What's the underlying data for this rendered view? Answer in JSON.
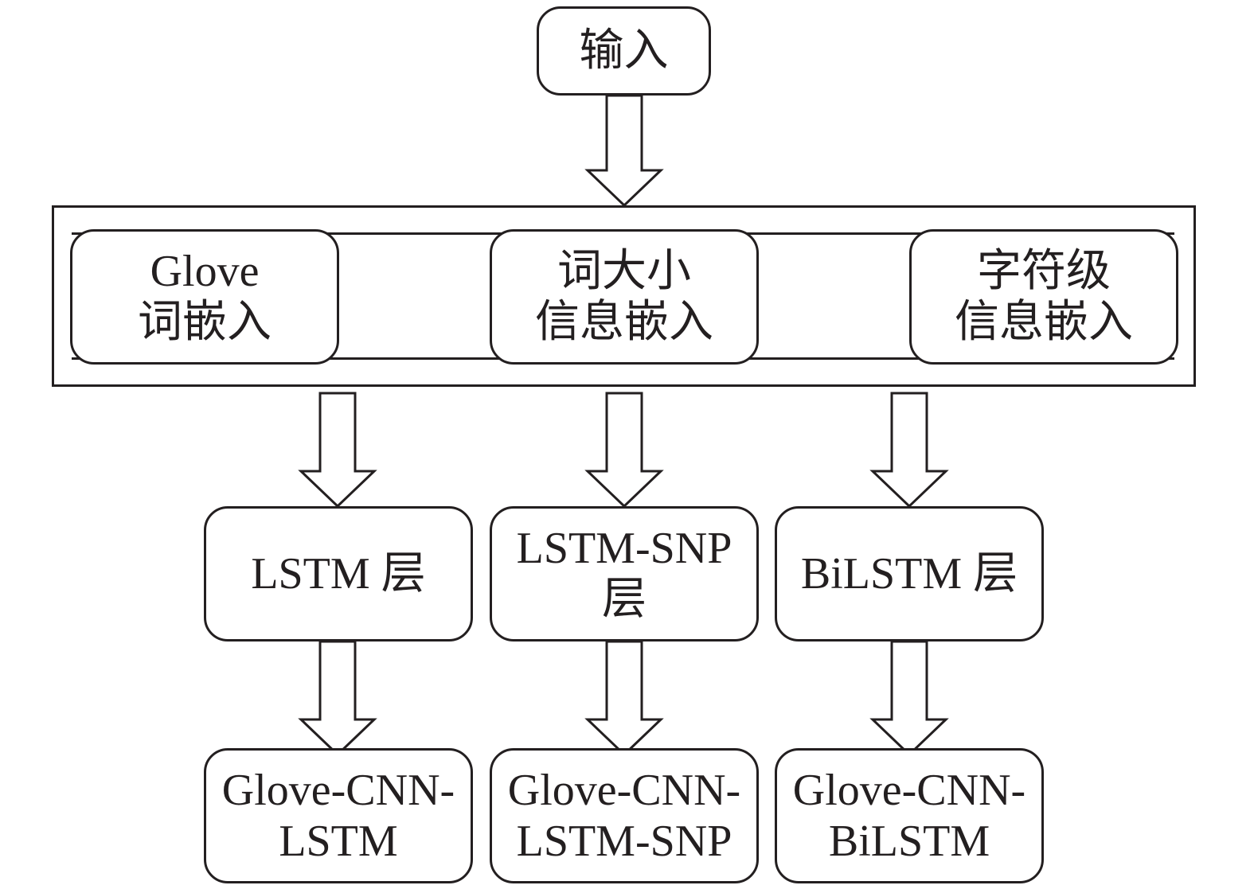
{
  "diagram": {
    "input": {
      "label": "输入"
    },
    "embeddings": [
      {
        "lines": [
          "Glove",
          "词嵌入"
        ]
      },
      {
        "lines": [
          "词大小",
          "信息嵌入"
        ]
      },
      {
        "lines": [
          "字符级",
          "信息嵌入"
        ]
      }
    ],
    "layers": [
      {
        "lines": [
          "LSTM 层"
        ]
      },
      {
        "lines": [
          "LSTM-SNP",
          "层"
        ]
      },
      {
        "lines": [
          "BiLSTM 层"
        ]
      }
    ],
    "models": [
      {
        "lines": [
          "Glove-CNN-",
          "LSTM"
        ]
      },
      {
        "lines": [
          "Glove-CNN-",
          "LSTM-SNP"
        ]
      },
      {
        "lines": [
          "Glove-CNN-",
          "BiLSTM"
        ]
      }
    ],
    "colors": {
      "stroke": "#231f20",
      "fill": "#ffffff"
    }
  }
}
